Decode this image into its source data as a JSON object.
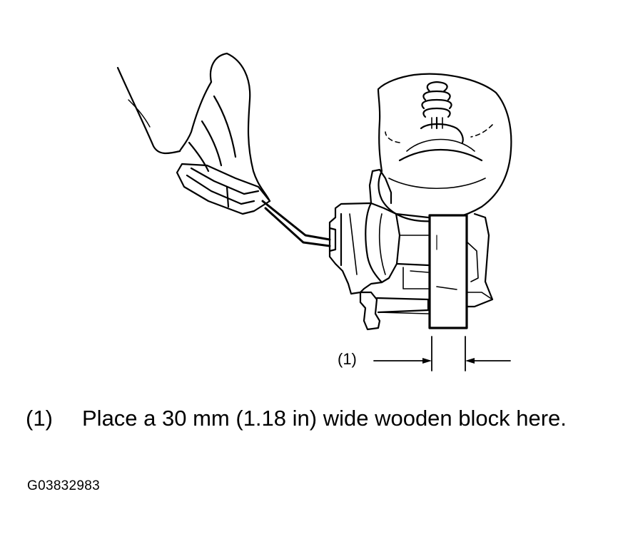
{
  "callout": {
    "label": "(1)"
  },
  "caption": {
    "number": "(1)",
    "text": "Place a 30 mm (1.18 in) wide wooden block here."
  },
  "figure_id": "G03832983",
  "colors": {
    "ink": "#000000",
    "paper": "#ffffff"
  },
  "icons": [
    "hand-icon",
    "sensor-connector-icon",
    "brake-caliper-icon",
    "tire-icon",
    "wooden-block-icon",
    "dimension-arrow-icon"
  ]
}
